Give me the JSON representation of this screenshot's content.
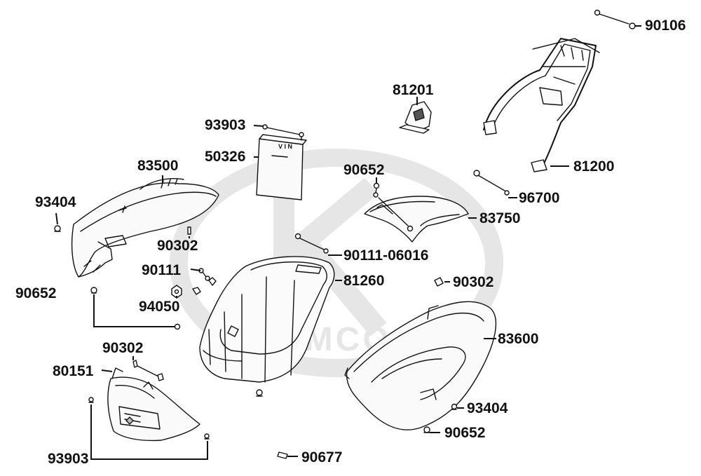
{
  "diagram": {
    "watermark_text": "KYMCO",
    "watermark_color": "#e6e6e6",
    "line_color": "#111111",
    "label_color": "#111111"
  },
  "labels": {
    "l90106": "90106",
    "l81201": "81201",
    "l93903_top": "93903",
    "l50326": "50326",
    "l83500": "83500",
    "l93404_left": "93404",
    "l90652_mid": "90652",
    "l96700": "96700",
    "l81200": "81200",
    "l83750": "83750",
    "l90302_left": "90302",
    "l90111_06016": "90111-06016",
    "l90111": "90111",
    "l81260": "81260",
    "l90302_right": "90302",
    "l90652_left": "90652",
    "l94050": "94050",
    "l83600": "83600",
    "l90302_bottom": "90302",
    "l80151": "80151",
    "l93404_right": "93404",
    "l90652_right": "90652",
    "l93903_bottom": "93903",
    "l90677": "90677"
  }
}
